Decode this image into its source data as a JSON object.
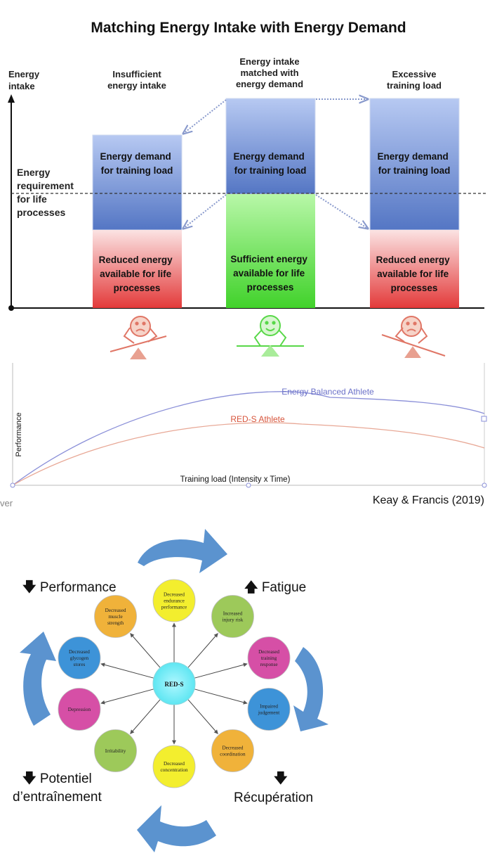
{
  "title": "Matching Energy Intake with Energy Demand",
  "y_axis_label_lines": [
    "Energy",
    "intake"
  ],
  "requirement_label_lines": [
    "Energy",
    "requirement",
    "for life",
    "processes"
  ],
  "columns": [
    {
      "header_lines": [
        "Insufficient",
        "energy intake"
      ],
      "demand_lines": [
        "Energy demand",
        "for training load"
      ],
      "available_lines": [
        "Reduced energy",
        "available for life",
        "processes"
      ],
      "mood": "sad"
    },
    {
      "header_lines": [
        "Energy intake",
        "matched with",
        "energy demand"
      ],
      "demand_lines": [
        "Energy demand",
        "for training load"
      ],
      "available_lines": [
        "Sufficient energy",
        "available for life",
        "processes"
      ],
      "mood": "happy"
    },
    {
      "header_lines": [
        "Excessive",
        "training load"
      ],
      "demand_lines": [
        "Energy demand",
        "for training load"
      ],
      "available_lines": [
        "Reduced energy",
        "available for life",
        "processes"
      ],
      "mood": "sad"
    }
  ],
  "performance_chart": {
    "ylabel": "Performance",
    "xlabel": "Training load (Intensity x Time)",
    "series": [
      {
        "name": "Energy Balanced Athlete",
        "color": "#8a8fd8"
      },
      {
        "name": "RED-S Athlete",
        "color": "#e8a896"
      }
    ]
  },
  "citation": "Keay  & Francis (2019)",
  "partial_text": "ver",
  "reds": {
    "center": "RED-S",
    "nodes": [
      {
        "lines": [
          "Decreased",
          "endurance",
          "performance"
        ],
        "color": "#f3ee2e"
      },
      {
        "lines": [
          "Increased",
          "injury risk"
        ],
        "color": "#9dc95a"
      },
      {
        "lines": [
          "Decreased",
          "training",
          "response"
        ],
        "color": "#d64fa6"
      },
      {
        "lines": [
          "Impaired",
          "judgement"
        ],
        "color": "#3d93d8"
      },
      {
        "lines": [
          "Decreased",
          "coordination"
        ],
        "color": "#f0b23a"
      },
      {
        "lines": [
          "Decreased",
          "concentration"
        ],
        "color": "#f3ee2e"
      },
      {
        "lines": [
          "Irritability"
        ],
        "color": "#9dc95a"
      },
      {
        "lines": [
          "Depression"
        ],
        "color": "#d64fa6"
      },
      {
        "lines": [
          "Decreased",
          "glycogen",
          "stores"
        ],
        "color": "#3d93d8"
      },
      {
        "lines": [
          "Decreased",
          "muscle",
          "strength"
        ],
        "color": "#f0b23a"
      }
    ]
  },
  "cycle_labels": {
    "performance": {
      "arrow": "🡇",
      "text": "Performance"
    },
    "fatigue": {
      "arrow": "🡅",
      "text": "Fatigue"
    },
    "potential": {
      "arrow": "🡇",
      "lines": [
        "Potentiel",
        "d’entraînement"
      ]
    },
    "recovery": {
      "arrow": "🡇",
      "text": "Récupération"
    }
  }
}
